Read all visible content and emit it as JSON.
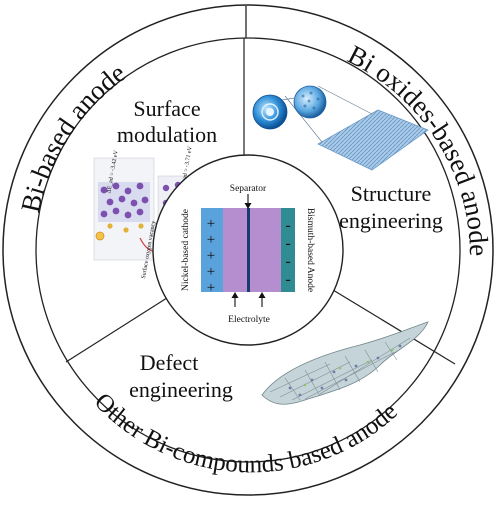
{
  "ring": {
    "top_left": "Bi-based anode",
    "right": "Bi oxides-based anode",
    "bottom": "Other Bi-compounds based anode"
  },
  "sections": {
    "surface": {
      "line1": "Surface",
      "line2": "modulation"
    },
    "structure": {
      "line1": "Structure",
      "line2": "engineering"
    },
    "defect": {
      "line1": "Defect",
      "line2": "engineering"
    }
  },
  "cell": {
    "separator": "Separator",
    "electrolyte": "Electrolyte",
    "cathode_label": "Nickel-based cathode",
    "anode_label": "Bismuth-based Anode",
    "plus_signs": [
      "+",
      "+",
      "+",
      "+",
      "+"
    ],
    "minus_signs": [
      "-",
      "-",
      "-",
      "-"
    ]
  },
  "inset": {
    "energy_1": "ΔE_ad = -3.42 eV",
    "energy_2": "ΔE_ad = -3.71 eV",
    "arrow_note": "Surface oxygen vacancy"
  },
  "colors": {
    "cathode": "#5aa2dc",
    "electrolyte": "#b58ecf",
    "anode": "#2f8c92",
    "separator": "#1a3b6e",
    "network": "#7f8f96"
  }
}
